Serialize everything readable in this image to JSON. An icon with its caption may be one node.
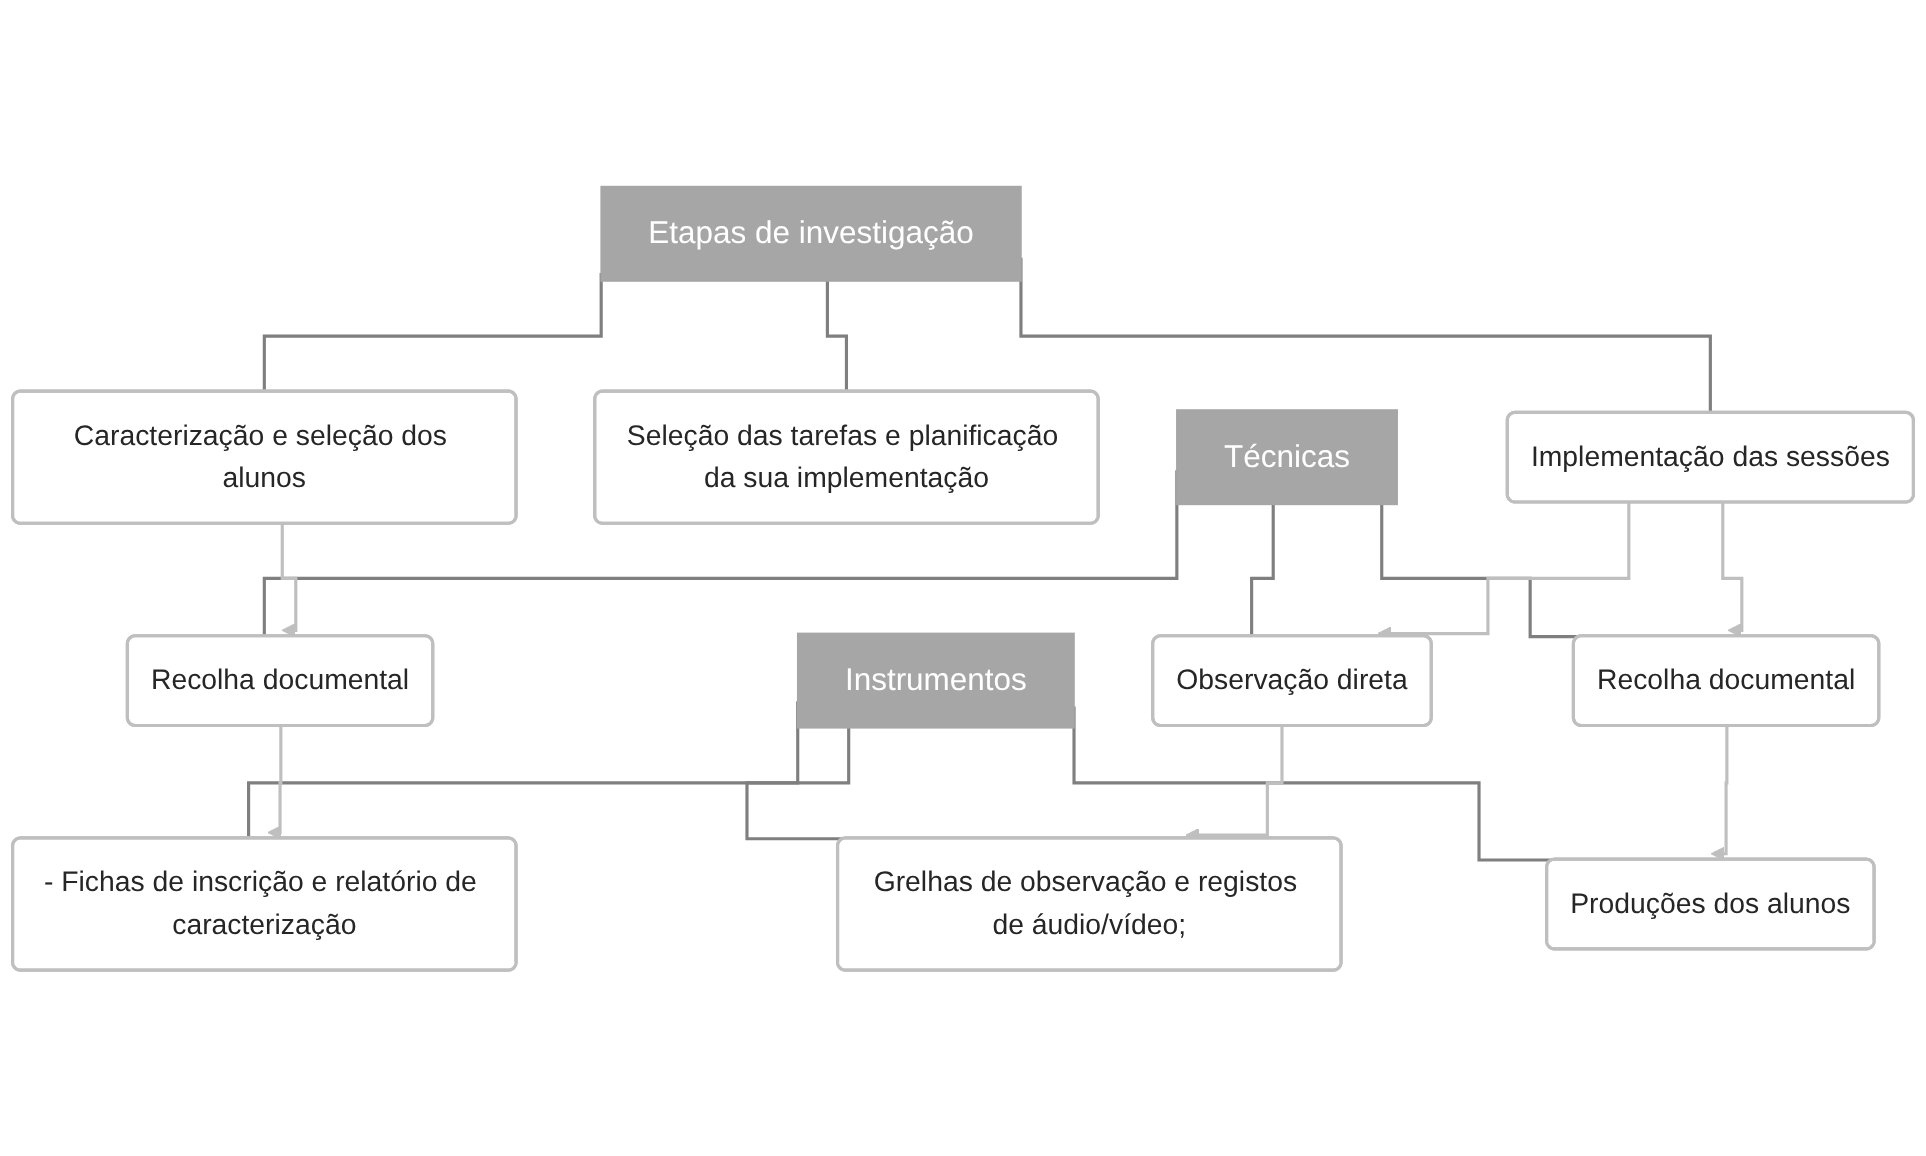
{
  "diagram": {
    "nodes": [
      {
        "text": [
          "Etapas de investigação"
        ]
      },
      {
        "text": [
          "Caracterização e seleção dos alunos"
        ]
      },
      {
        "text": [
          "Seleção das tarefas e planificação da sua implementação"
        ]
      },
      {
        "text": [
          "Implementação das sessões"
        ]
      },
      {
        "text": [
          "Técnicas"
        ]
      },
      {
        "text": [
          "Recolha documental"
        ]
      },
      {
        "text": [
          "Observação direta"
        ]
      },
      {
        "text": [
          "Recolha documental"
        ]
      },
      {
        "text": [
          "Instrumentos"
        ]
      },
      {
        "text": [
          "- Fichas de inscrição e relatório de caracterização"
        ]
      },
      {
        "text": [
          "Grelhas de observação e registos de áudio/vídeo;"
        ]
      },
      {
        "text": [
          "Produções dos alunos"
        ]
      }
    ],
    "edges": [
      {
        "from": 0,
        "to": 1,
        "arrow": "none"
      },
      {
        "from": 0,
        "to": 2,
        "arrow": "none"
      },
      {
        "from": 0,
        "to": 3,
        "arrow": "none"
      },
      {
        "from": 4,
        "to": 5,
        "arrow": "none"
      },
      {
        "from": 4,
        "to": 6,
        "arrow": "none"
      },
      {
        "from": 4,
        "to": 7,
        "arrow": "none"
      },
      {
        "from": 8,
        "to": 9,
        "arrow": "none"
      },
      {
        "from": 8,
        "to": 10,
        "arrow": "none"
      },
      {
        "from": 8,
        "to": 11,
        "arrow": "none"
      },
      {
        "from": 1,
        "to": 5,
        "arrow": "to",
        "color": "#bfbfbf"
      },
      {
        "from": 3,
        "to": 6,
        "arrow": "to",
        "color": "#bfbfbf"
      },
      {
        "from": 3,
        "to": 7,
        "arrow": "to",
        "color": "#bfbfbf"
      },
      {
        "from": 5,
        "to": 9,
        "arrow": "to",
        "color": "#bfbfbf"
      },
      {
        "from": 6,
        "to": 10,
        "arrow": "to",
        "color": "#bfbfbf"
      },
      {
        "from": 7,
        "to": 11,
        "arrow": "to",
        "color": "#bfbfbf"
      }
    ]
  }
}
